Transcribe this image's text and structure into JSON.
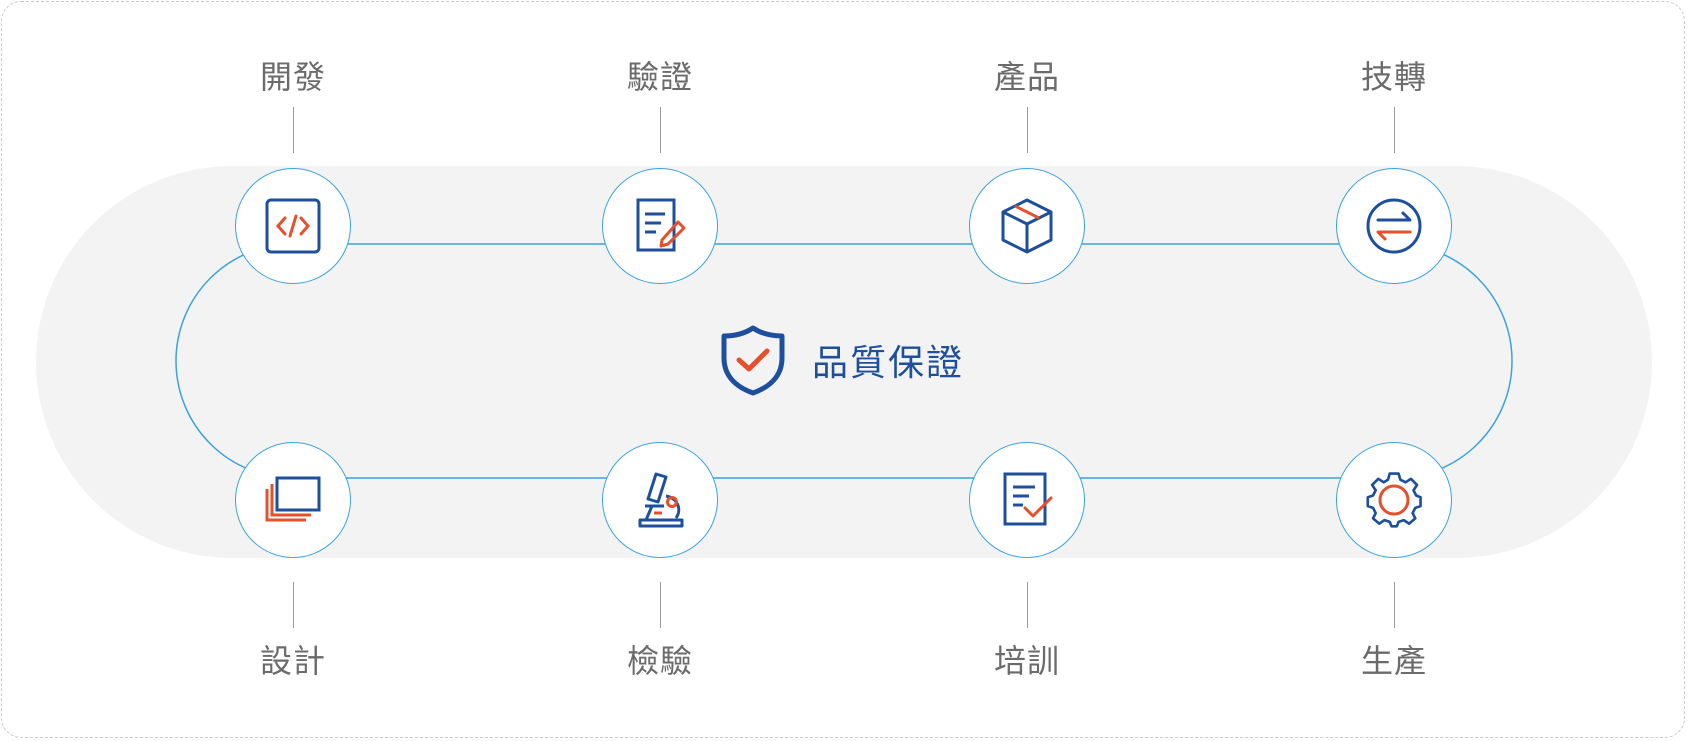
{
  "colors": {
    "primary": "#1e4f9c",
    "accent": "#e5502c",
    "track": "#3aa3dd",
    "band": "#f3f3f3",
    "label": "#6b6b6b"
  },
  "center": {
    "icon": "shield-check-icon",
    "title": "品質保證"
  },
  "top_steps": [
    {
      "label": "開發",
      "icon": "code-icon"
    },
    {
      "label": "驗證",
      "icon": "document-edit-icon"
    },
    {
      "label": "產品",
      "icon": "box-icon"
    },
    {
      "label": "技轉",
      "icon": "transfer-arrows-icon"
    }
  ],
  "bottom_steps": [
    {
      "label": "設計",
      "icon": "design-layers-icon"
    },
    {
      "label": "檢驗",
      "icon": "microscope-icon"
    },
    {
      "label": "培訓",
      "icon": "checklist-icon"
    },
    {
      "label": "生產",
      "icon": "gear-icon"
    }
  ]
}
